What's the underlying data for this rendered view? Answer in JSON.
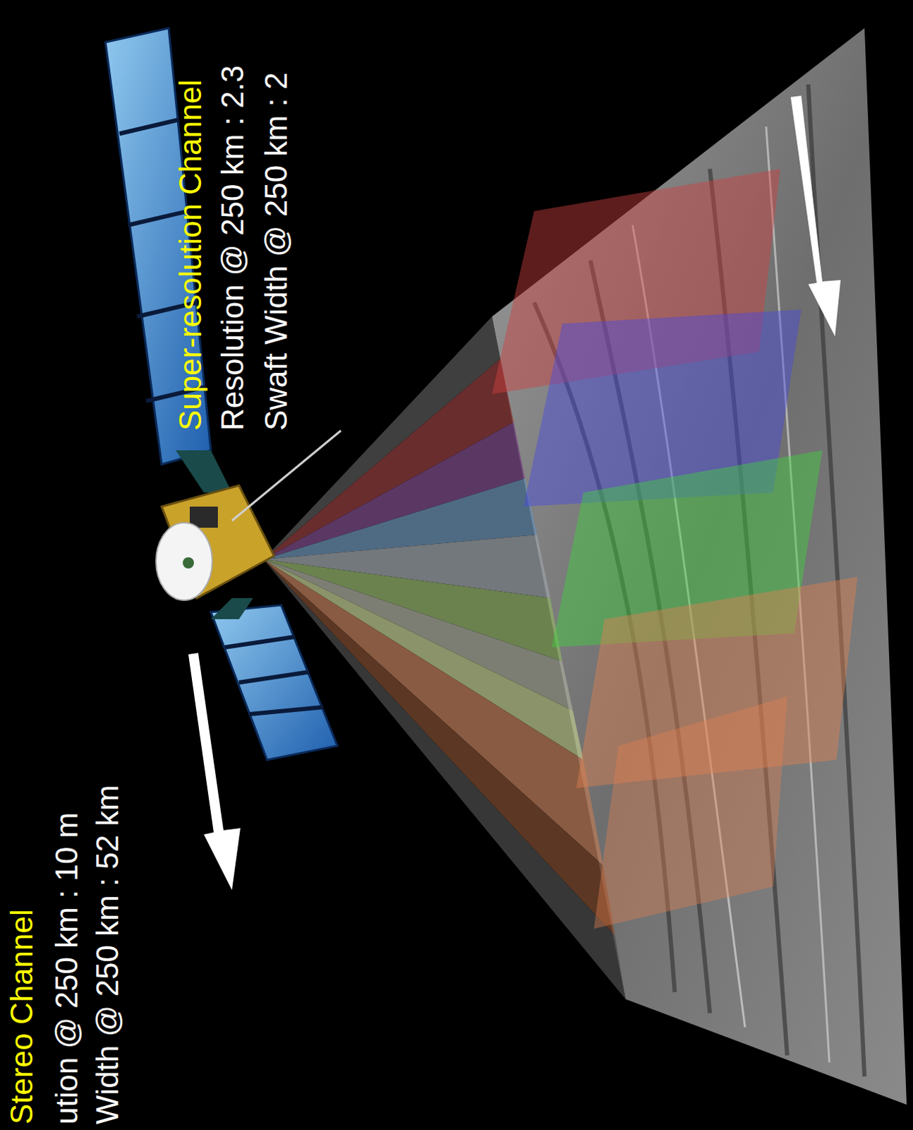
{
  "diagram": {
    "labels": [
      "Stereo Channel",
      "ution @ 250 km : 10 m",
      "Width  @ 250 km : 52 km",
      "Super-resolution Channel",
      "Resolution @ 250 km : 2.3",
      "Swaft Width  @ 250 km : 2"
    ]
  }
}
